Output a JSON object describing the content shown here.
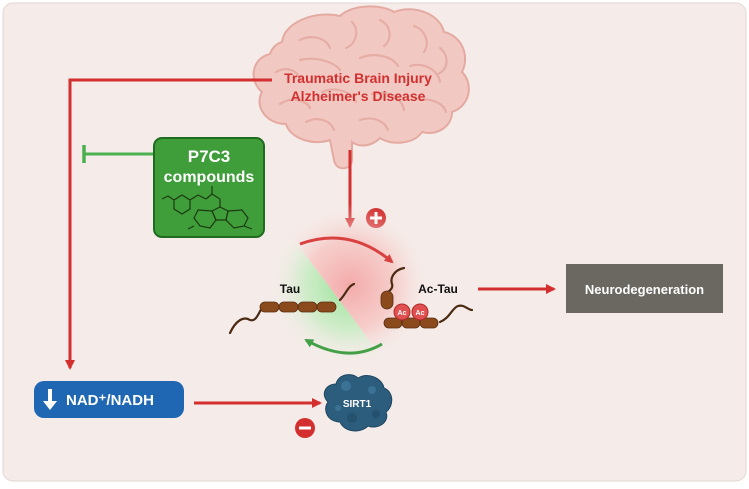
{
  "trigger": {
    "line1": "Traumatic Brain Injury",
    "line2": "Alzheimer's Disease",
    "color": "#d32f2f"
  },
  "inhibitor": {
    "line1": "P7C3",
    "line2": "compounds",
    "fill": "#3f9d3a",
    "border": "#1f6b1f"
  },
  "nad_box": {
    "label": "NAD⁺/NADH",
    "fill": "#1f67b3",
    "icon": "down-arrow-icon"
  },
  "sirt1": {
    "label": "SIRT1",
    "fill": "#2c5d7c"
  },
  "tau": {
    "label": "Tau"
  },
  "ac_tau": {
    "label": "Ac-Tau",
    "ac_badge_1": "Ac",
    "ac_badge_2": "Ac",
    "badge_color": "#e05050"
  },
  "outcome": {
    "label": "Neurodegeneration",
    "fill": "#6b6862"
  },
  "signs": {
    "plus": "+",
    "minus": "−"
  },
  "colors": {
    "background": "#f5ece9",
    "arrow_red": "#d32f2f",
    "inhibit_green": "#4caf50",
    "cycle_green": "#43a047",
    "bead": "#8a4a1c",
    "chain": "#4a2a12"
  }
}
